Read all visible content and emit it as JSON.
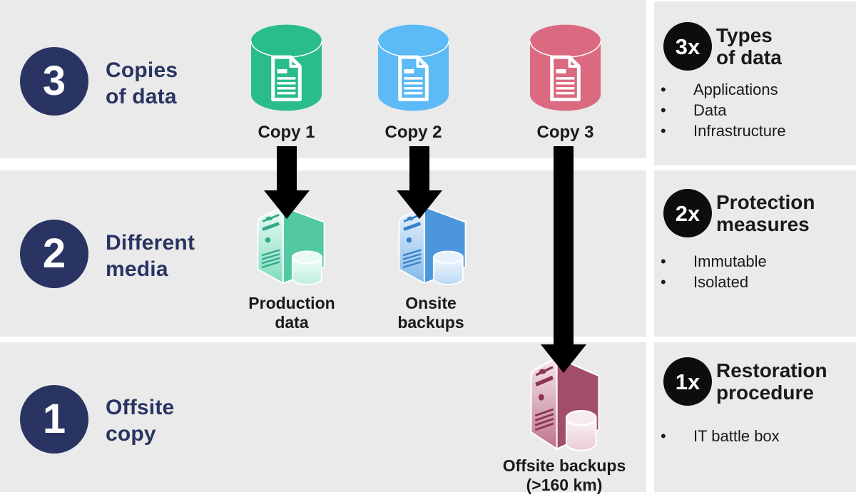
{
  "rows": [
    {
      "number": "3",
      "title_line1": "Copies",
      "title_line2": "of data"
    },
    {
      "number": "2",
      "title_line1": "Different",
      "title_line2": "media"
    },
    {
      "number": "1",
      "title_line1": "Offsite",
      "title_line2": "copy"
    }
  ],
  "copies": [
    {
      "label": "Copy 1"
    },
    {
      "label": "Copy 2"
    },
    {
      "label": "Copy 3"
    }
  ],
  "servers": [
    {
      "label_line1": "Production",
      "label_line2": "data"
    },
    {
      "label_line1": "Onsite",
      "label_line2": "backups"
    },
    {
      "label_line1": "Offsite backups",
      "label_line2": "(>160 km)"
    }
  ],
  "sidebar": [
    {
      "badge": "3x",
      "title_line1": "Types",
      "title_line2": "of data",
      "bullets": [
        "Applications",
        "Data",
        "Infrastructure"
      ]
    },
    {
      "badge": "2x",
      "title_line1": "Protection",
      "title_line2": "measures",
      "bullets": [
        "Immutable",
        "Isolated"
      ]
    },
    {
      "badge": "1x",
      "title_line1": "Restoration",
      "title_line2": "procedure",
      "bullets": [
        "IT battle box"
      ]
    }
  ],
  "bullet_glyph": "•",
  "colors": {
    "panel-gray": "#EAEAEA",
    "navy": "#293462",
    "badge-black": "#0D0D0D",
    "text-black": "#1A1A1A",
    "copy1-green": "#2BBC8D",
    "copy2-blue": "#5CBAF6",
    "copy3-pink": "#DB6A80",
    "arrow-black": "#000000",
    "server-green-side": "#53C9A3",
    "server-blue-side": "#4C96DB",
    "server-red-side": "#A34E68"
  }
}
